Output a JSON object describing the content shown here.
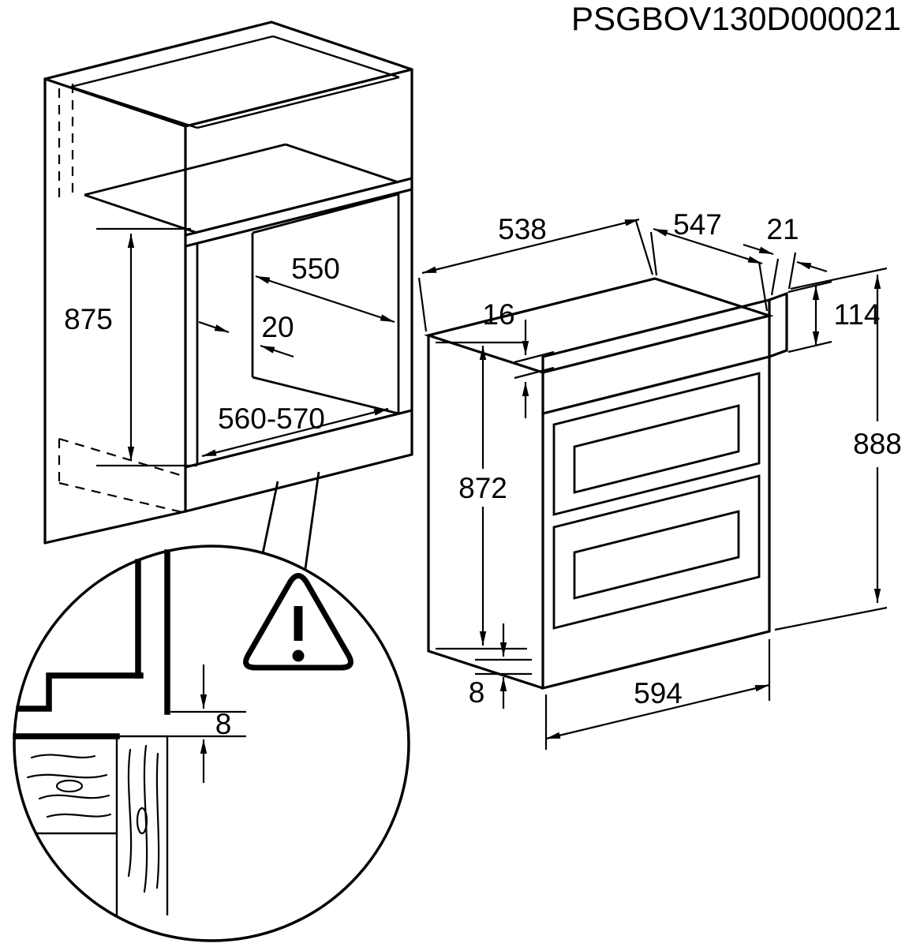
{
  "meta": {
    "code": "PSGBOV130D000021"
  },
  "cabinet": {
    "niche_height": "875",
    "niche_depth": "550",
    "rear_gap": "20",
    "niche_width": "560-570"
  },
  "oven": {
    "top_width": "538",
    "top_depth": "547",
    "overhang": "21",
    "trim_height": "16",
    "panel_height": "114",
    "body_height": "872",
    "total_height": "888",
    "bottom_clearance": "8",
    "front_width": "594"
  },
  "detail": {
    "vent_gap": "8"
  }
}
